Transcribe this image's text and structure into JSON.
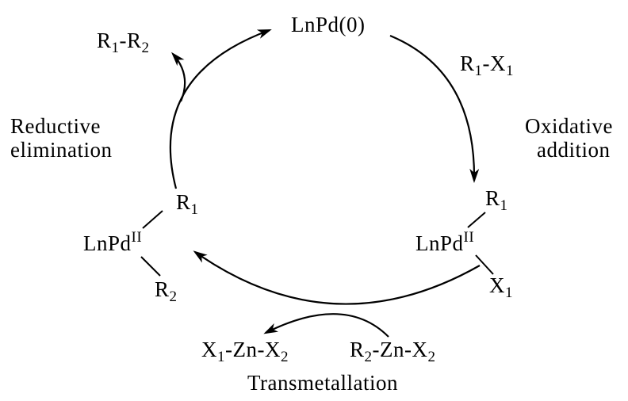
{
  "diagram": {
    "catalyst": "LnPd(0)",
    "oxidative_addition": {
      "line1": "Oxidative",
      "line2": "addition",
      "reagent": {
        "R": "R",
        "R_sub": "1",
        "sep": "-X",
        "X_sub": "1"
      }
    },
    "pd_oxidative": {
      "base": "LnPd",
      "ox": "II",
      "top": {
        "sym": "R",
        "sub": "1"
      },
      "bottom": {
        "sym": "X",
        "sub": "1"
      }
    },
    "pd_trans": {
      "base": "LnPd",
      "ox": "II",
      "top": {
        "sym": "R",
        "sub": "1"
      },
      "bottom": {
        "sym": "R",
        "sub": "2"
      }
    },
    "transmetallation": {
      "label": "Transmetallation",
      "reagent": {
        "a": "R",
        "a_sub": "2",
        "mid": "-Zn-X",
        "b_sub": "2"
      },
      "byproduct": {
        "a": "X",
        "a_sub": "1",
        "mid": "-Zn-X",
        "b_sub": "2"
      }
    },
    "reductive_elimination": {
      "line1": "Reductive",
      "line2": "elimination",
      "product": {
        "a": "R",
        "a_sub": "1",
        "mid": "-R",
        "b_sub": "2"
      }
    }
  }
}
